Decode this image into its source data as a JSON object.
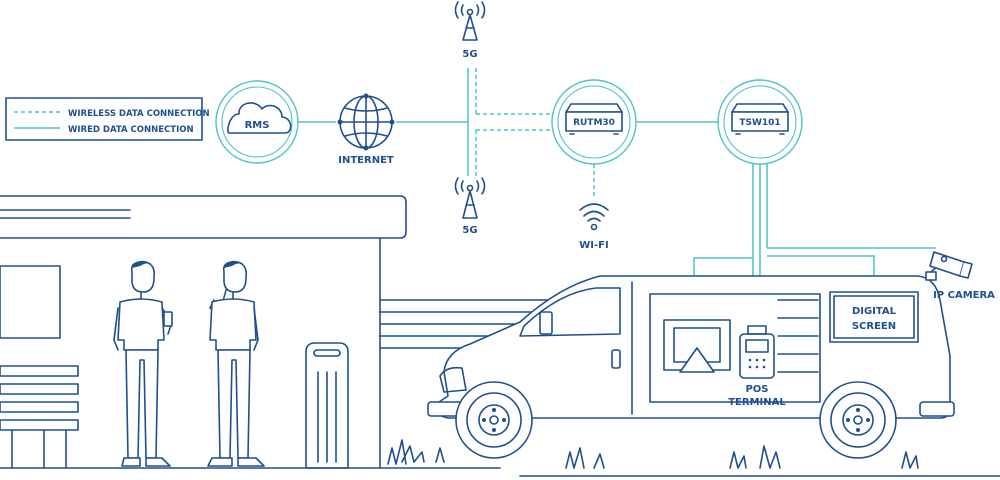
{
  "legend": {
    "wireless": "WIRELESS DATA CONNECTION",
    "wired": "WIRED DATA CONNECTION"
  },
  "nodes": {
    "rms": "RMS",
    "internet": "INTERNET",
    "tower_top": "5G",
    "tower_bottom": "5G",
    "rutm30": "RUTM30",
    "wifi": "WI-FI",
    "tsw101": "TSW101",
    "ip_camera": "IP CAMERA",
    "digital_screen_line1": "DIGITAL",
    "digital_screen_line2": "SCREEN",
    "pos_line1": "POS",
    "pos_line2": "TERMINAL"
  },
  "colors": {
    "navy": "#1f4f8f",
    "teal": "#4fc3c8",
    "background": "#ffffff"
  }
}
